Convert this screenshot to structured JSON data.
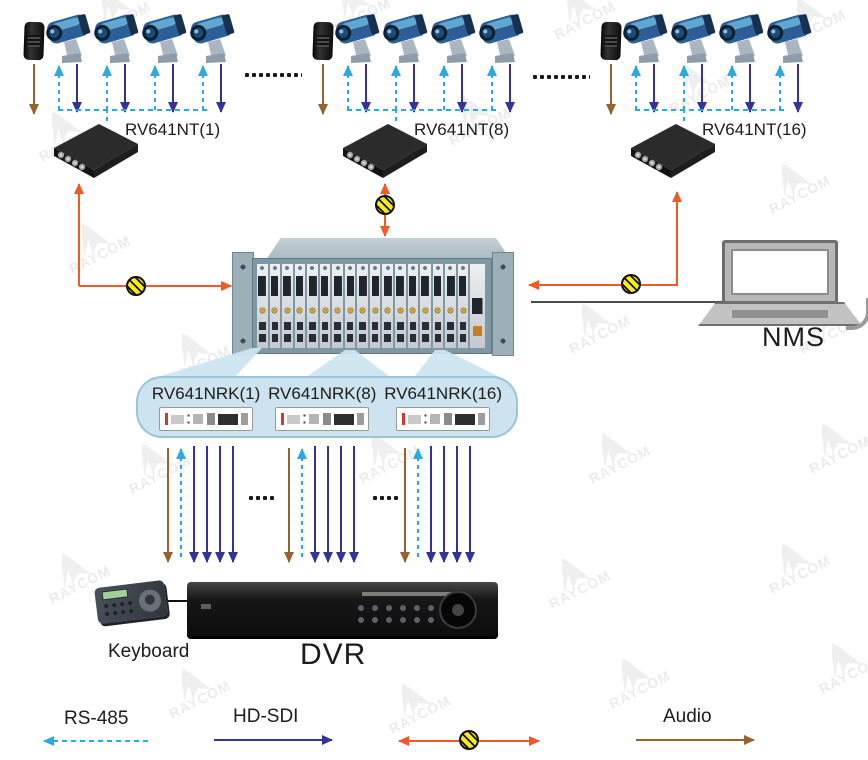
{
  "watermark": {
    "text": "RAYCOM"
  },
  "camera_groups": [
    {
      "label": "RV641NT(1)",
      "cameras_shown": 4,
      "has_microphone": true
    },
    {
      "label": "RV641NT(8)",
      "cameras_shown": 4,
      "has_microphone": true
    },
    {
      "label": "RV641NT(16)",
      "cameras_shown": 4,
      "has_microphone": true
    }
  ],
  "rack_modules": [
    {
      "label": "RV641NRK(1)"
    },
    {
      "label": "RV641NRK(8)"
    },
    {
      "label": "RV641NRK(16)"
    }
  ],
  "nms_label": "NMS",
  "dvr_label": "DVR",
  "keyboard_label": "Keyboard",
  "legend": {
    "rs485": "RS-485",
    "hdsdi": "HD-SDI",
    "audio": "Audio"
  },
  "colors": {
    "rs485_line": "#29abe2",
    "hdsdi_line": "#333399",
    "audio_line": "#96622d",
    "fiber_line": "#f05a28",
    "fiber_symbol": "#f7ec13",
    "callout_bubble": "#cde3ef"
  }
}
